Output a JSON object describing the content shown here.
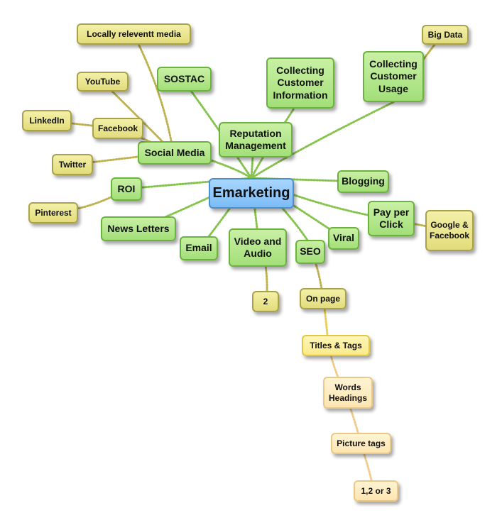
{
  "map": {
    "central": "Emarketing",
    "branches": {
      "social_media": "Social Media",
      "reputation": "Reputation Management",
      "collecting_info": "Collecting Customer Information",
      "collecting_usage": "Collecting Customer Usage",
      "blogging": "Blogging",
      "ppc": "Pay per Click",
      "viral": "Viral",
      "seo": "SEO",
      "video": "Video and Audio",
      "email": "Email",
      "newsletters": "News Letters",
      "roi": "ROI",
      "sostac": "SOSTAC"
    },
    "leaves": {
      "local_media": "Locally releventt media",
      "youtube": "YouTube",
      "linkedin": "LinkedIn",
      "facebook": "Facebook",
      "twitter": "Twitter",
      "pinterest": "Pinterest",
      "big_data": "Big Data",
      "google_fb": "Google & Facebook",
      "video_2": "2",
      "on_page": "On page",
      "titles_tags": "Titles & Tags",
      "words_headings": "Words Headings",
      "picture_tags": "Picture tags",
      "one_two_three": "1,2 or 3"
    }
  }
}
